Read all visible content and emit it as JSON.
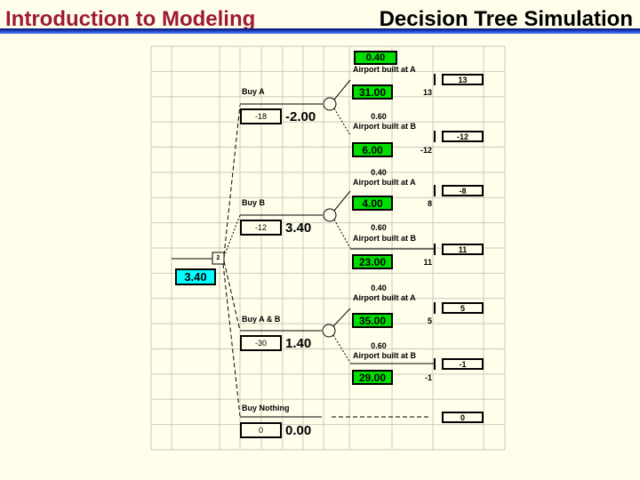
{
  "header": {
    "title_left": "Introduction to Modeling",
    "title_right": "Decision Tree Simulation"
  },
  "colors": {
    "background": "#FFFEEA",
    "title_accent": "#9E1B32",
    "rule_blue": "#1E3FC0",
    "highlight_green": "#00DE00",
    "highlight_cyan": "#00FFFF"
  },
  "tree": {
    "root": {
      "node_label": "2",
      "ev": "3.40"
    },
    "branches": [
      {
        "label": "Buy A",
        "cost": "-18",
        "ev": "-2.00",
        "outcomes": [
          {
            "prob": "0.40",
            "label": "Airport built at A",
            "value": "31.00",
            "terminal": "13",
            "sim": "13"
          },
          {
            "prob": "0.60",
            "label": "Airport built at B",
            "value": "6.00",
            "terminal": "-12",
            "sim": "-12"
          }
        ]
      },
      {
        "label": "Buy B",
        "cost": "-12",
        "ev": "3.40",
        "outcomes": [
          {
            "prob": "0.40",
            "label": "Airport built at A",
            "value": "4.00",
            "terminal": "8",
            "sim": "-8"
          },
          {
            "prob": "0.60",
            "label": "Airport built at B",
            "value": "23.00",
            "terminal": "11",
            "sim": "11"
          }
        ]
      },
      {
        "label": "Buy A & B",
        "cost": "-30",
        "ev": "1.40",
        "outcomes": [
          {
            "prob": "0.40",
            "label": "Airport built at A",
            "value": "35.00",
            "terminal": "5",
            "sim": "5"
          },
          {
            "prob": "0.60",
            "label": "Airport built at B",
            "value": "29.00",
            "terminal": "-1",
            "sim": "-1"
          }
        ]
      },
      {
        "label": "Buy Nothing",
        "cost": "0",
        "ev": "0.00",
        "sim": "0",
        "outcomes": []
      }
    ]
  }
}
